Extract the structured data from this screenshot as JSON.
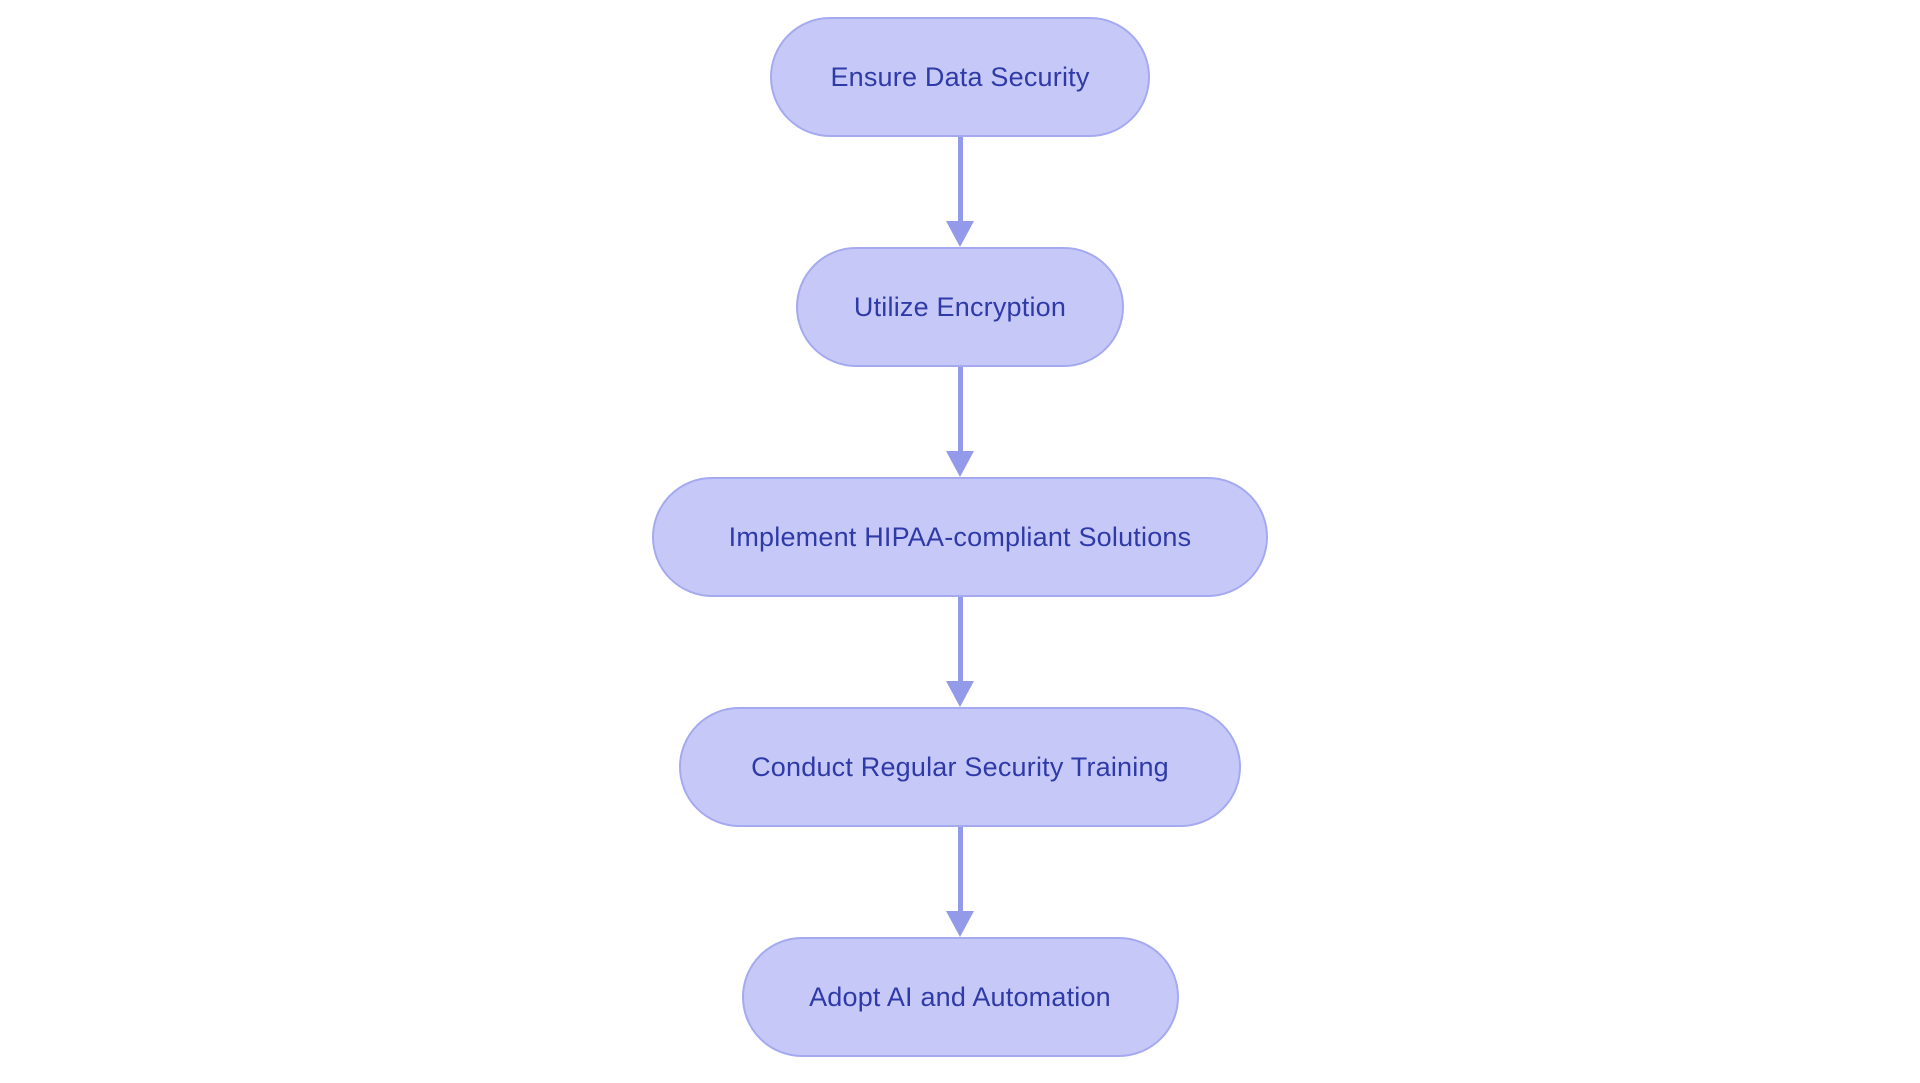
{
  "flowchart": {
    "colors": {
      "background": "#ffffff",
      "node_fill": "#c6c9f8",
      "node_border": "#a5aaf0",
      "node_text": "#2f3aa8",
      "arrow": "#939ae9"
    },
    "direction": "top-down",
    "nodes": [
      {
        "label": "Ensure Data Security"
      },
      {
        "label": "Utilize Encryption"
      },
      {
        "label": "Implement HIPAA-compliant Solutions"
      },
      {
        "label": "Conduct Regular Security Training"
      },
      {
        "label": "Adopt AI and Automation"
      }
    ]
  }
}
